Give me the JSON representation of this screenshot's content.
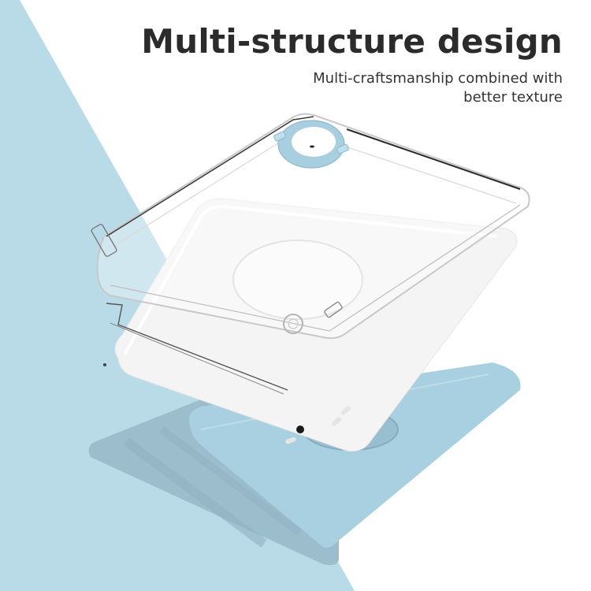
{
  "headline": {
    "title": "Multi-structure design",
    "subtitle_line1": "Multi-craftsmanship combined with",
    "subtitle_line2": "better texture"
  },
  "illustration": {
    "layers": [
      {
        "name": "clear-acrylic-back-cover",
        "color": "#ffffff"
      },
      {
        "name": "blue-ring-holder",
        "color": "#a8cfe0"
      },
      {
        "name": "white-soft-inner-shell",
        "color": "#f7f7f7"
      },
      {
        "name": "blue-rotating-folio-cover",
        "color": "#9fc7d9"
      }
    ]
  },
  "colors": {
    "background_accent": "#b9dbe7",
    "background": "#ffffff",
    "title_text": "#2b2b2b",
    "folio_inner": "#9cbecc",
    "folio_outer": "#a9d0e0"
  }
}
